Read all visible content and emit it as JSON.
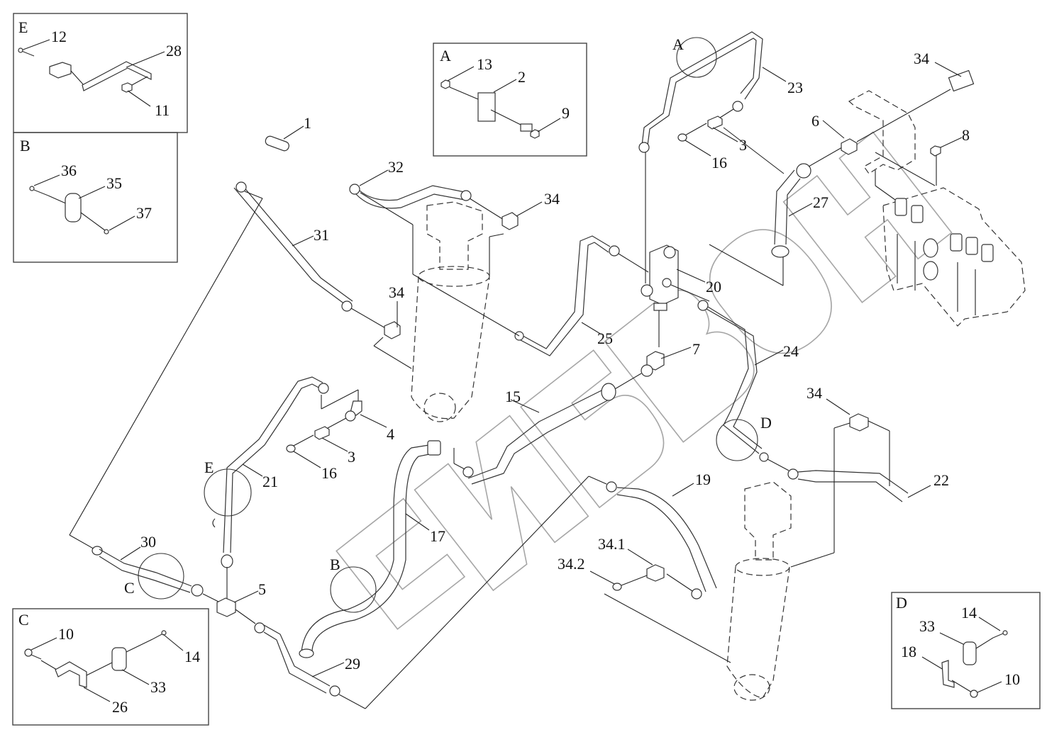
{
  "diagram": {
    "type": "exploded hydraulic parts diagram",
    "watermark": "СИБЗОН",
    "insets": [
      {
        "id": "E",
        "title": "E",
        "labels": [
          "12",
          "28",
          "11"
        ]
      },
      {
        "id": "B",
        "title": "B",
        "labels": [
          "36",
          "35",
          "37"
        ]
      },
      {
        "id": "A",
        "title": "A",
        "labels": [
          "13",
          "2",
          "9"
        ]
      },
      {
        "id": "C",
        "title": "C",
        "labels": [
          "10",
          "14",
          "33",
          "26"
        ]
      },
      {
        "id": "D",
        "title": "D",
        "labels": [
          "14",
          "33",
          "18",
          "10"
        ]
      }
    ],
    "detail_circles": [
      "A",
      "B",
      "C",
      "D",
      "E"
    ],
    "callouts": {
      "c1": "1",
      "c31": "31",
      "c32": "32",
      "c34a": "34",
      "c34b": "34",
      "c34c": "34",
      "c34d": "34",
      "c23": "23",
      "c3a": "3",
      "c16a": "16",
      "c6": "6",
      "c8": "8",
      "c27": "27",
      "c20": "20",
      "c25": "25",
      "c24": "24",
      "c7": "7",
      "c15": "15",
      "c4": "4",
      "c3b": "3",
      "c16b": "16",
      "c21": "21",
      "c17": "17",
      "c30": "30",
      "c5": "5",
      "c29": "29",
      "c19": "19",
      "c22": "22",
      "c34_1": "34.1",
      "c34_2": "34.2"
    },
    "circle_labels": {
      "A": "A",
      "B": "B",
      "C": "C",
      "D": "D",
      "E": "E"
    }
  }
}
